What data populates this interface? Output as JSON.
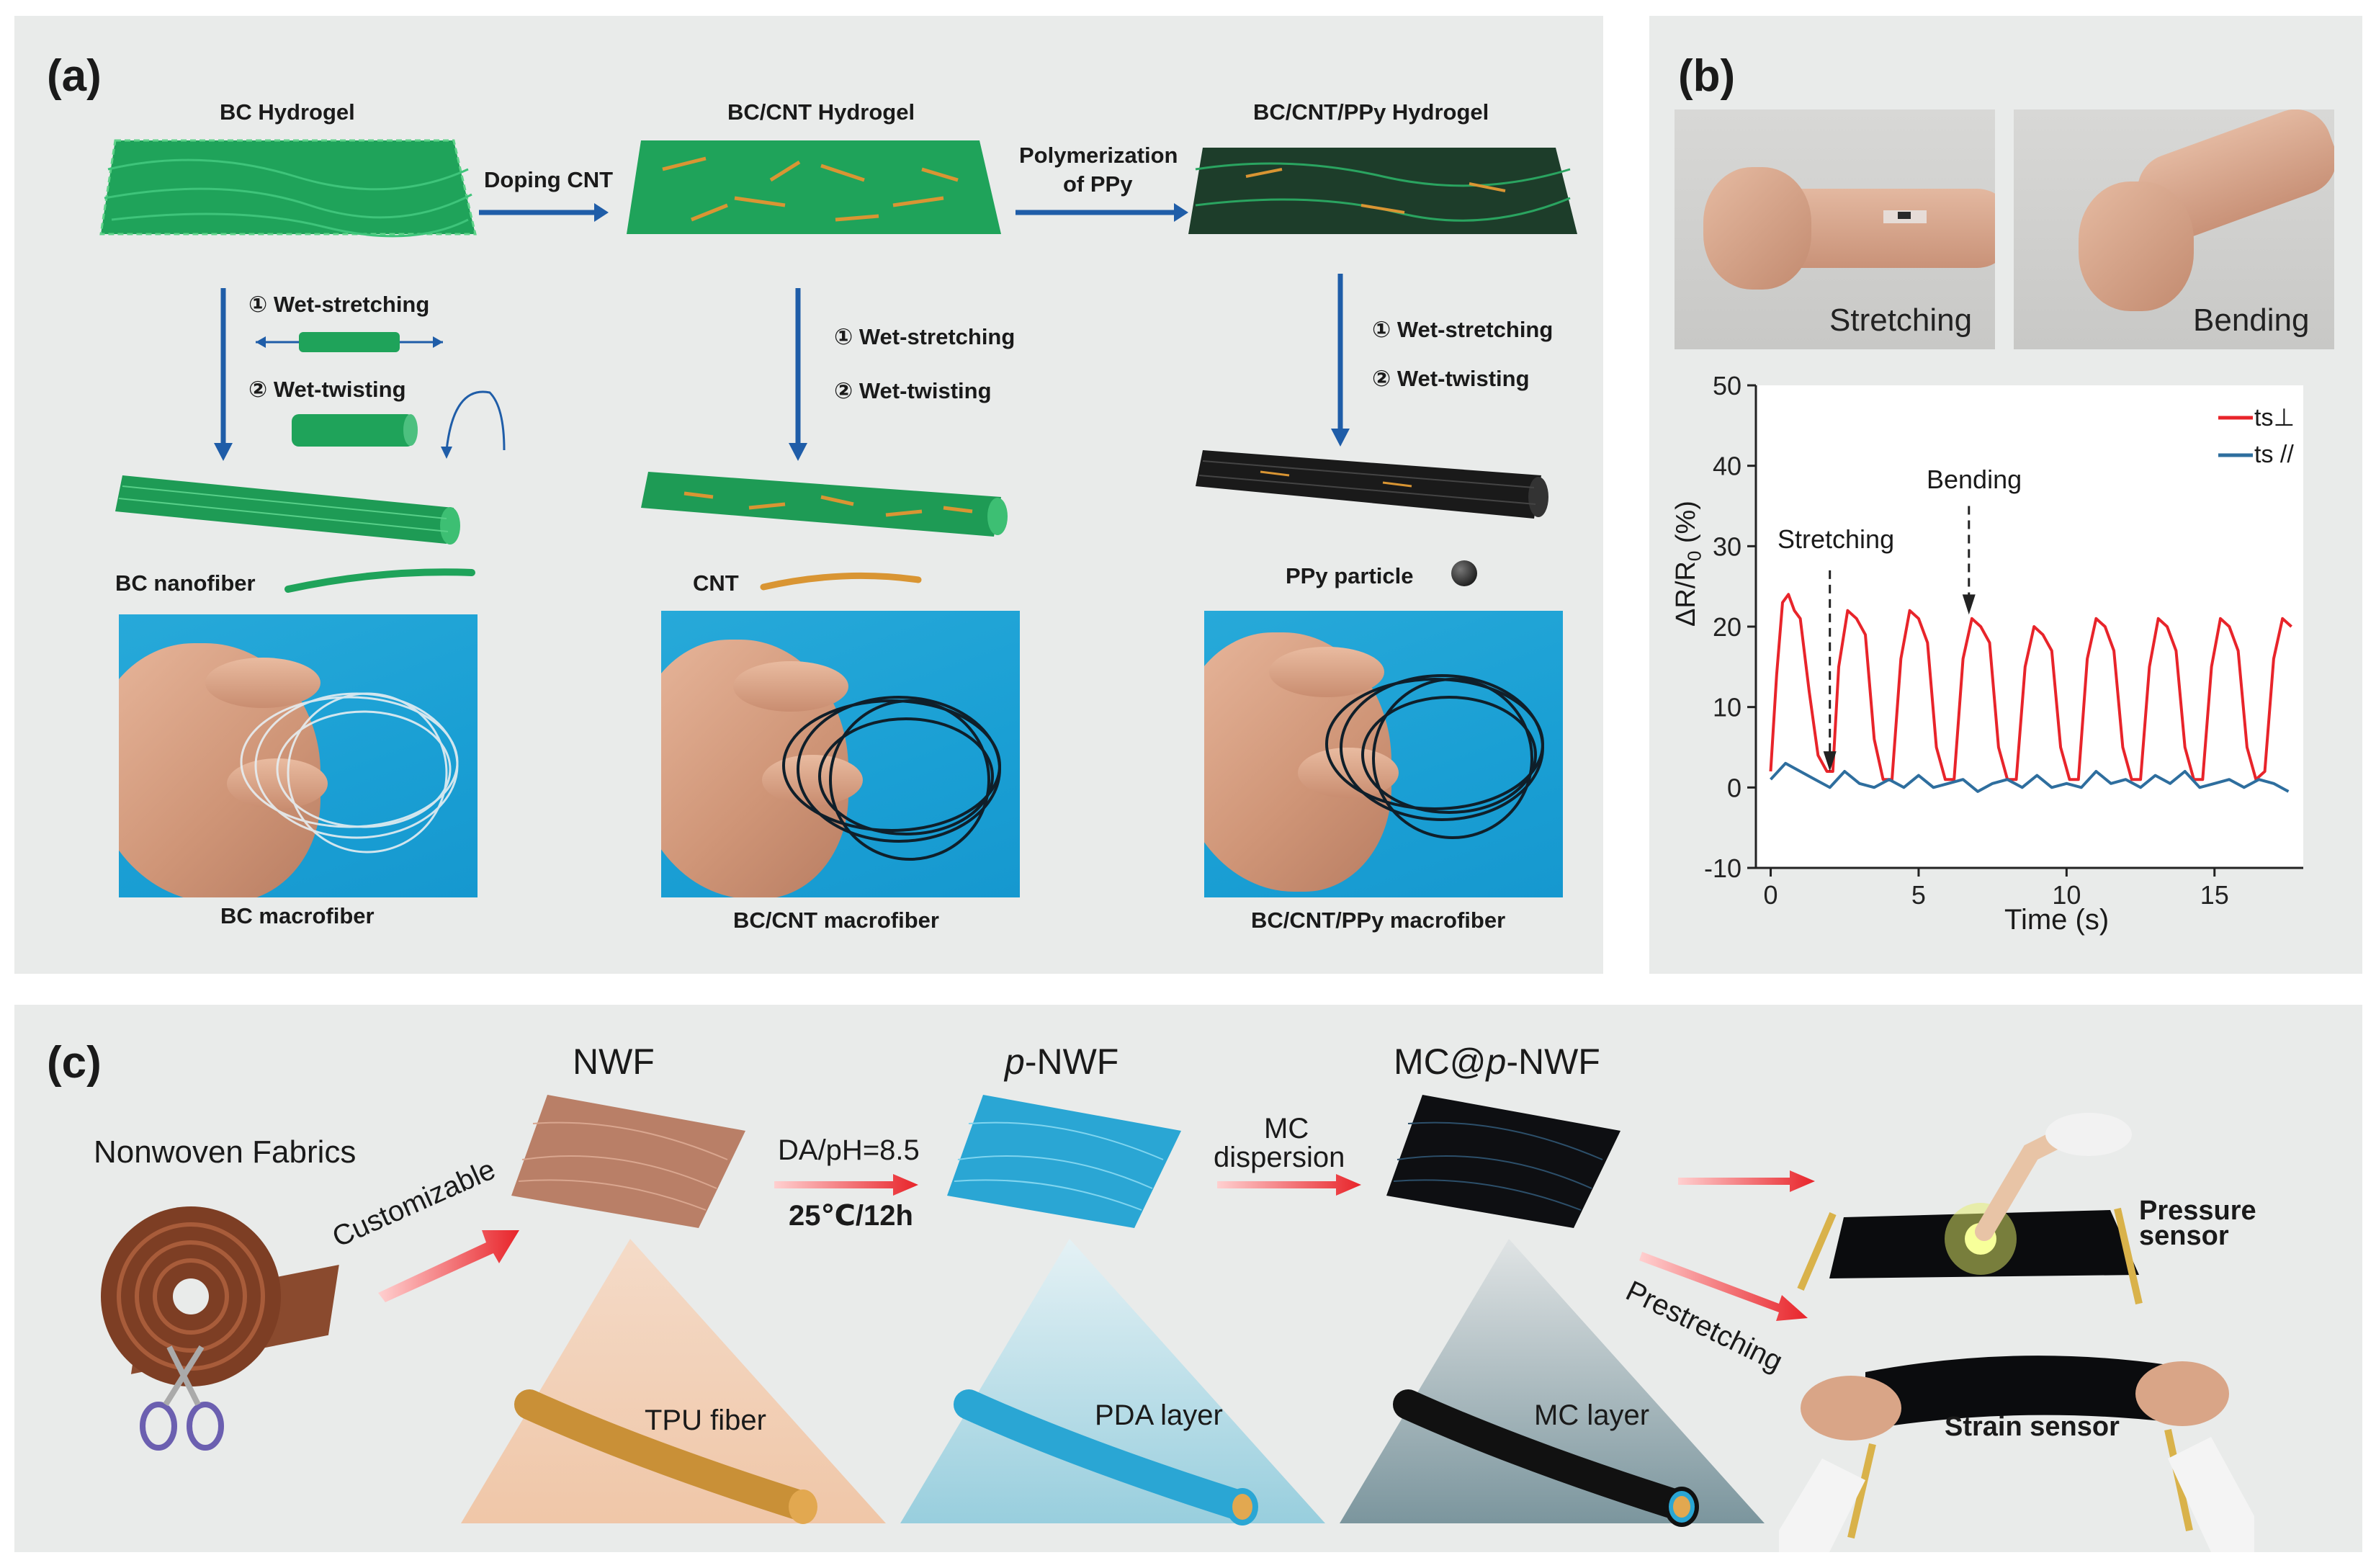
{
  "panels": {
    "a": {
      "label": "(a)",
      "stages": [
        {
          "title": "BC Hydrogel",
          "fiber": "BC nanofiber",
          "macro": "BC macrofiber"
        },
        {
          "title": "BC/CNT Hydrogel",
          "fiber": "CNT",
          "macro": "BC/CNT macrofiber"
        },
        {
          "title": "BC/CNT/PPy Hydrogel",
          "fiber": "PPy particle",
          "macro": "BC/CNT/PPy macrofiber"
        }
      ],
      "arrow1": "Doping CNT",
      "arrow2_line1": "Polymerization",
      "arrow2_line2": "of PPy",
      "step1": "① Wet-stretching",
      "step2": "② Wet-twisting"
    },
    "b": {
      "label": "(b)",
      "photo_left": "Stretching",
      "photo_right": "Bending",
      "annot_stretch": "Stretching",
      "annot_bend": "Bending"
    },
    "c": {
      "label": "(c)",
      "nonwoven": "Nonwoven Fabrics",
      "customizable": "Customizable",
      "nwf": "NWF",
      "pnwf_prefix": "p",
      "pnwf_suffix": "-NWF",
      "mc_prefix": "MC@",
      "mc_p": "p",
      "mc_suffix": "-NWF",
      "da_line1": "DA/pH=8.5",
      "da_line2": "25℃/12h",
      "mc_line1": "MC",
      "mc_line2": "dispersion",
      "prestretching": "Prestretching",
      "tpu": "TPU fiber",
      "pda": "PDA layer",
      "mc_layer": "MC layer",
      "pressure_line1": "Pressure",
      "pressure_line2": "sensor",
      "strain": "Strain sensor"
    }
  },
  "chart_data": {
    "type": "line",
    "xlabel": "Time (s)",
    "ylabel": "ΔR/R0 (%)",
    "xlim": [
      -0.5,
      18
    ],
    "ylim": [
      -10,
      50
    ],
    "xticks": [
      0,
      5,
      10,
      15
    ],
    "yticks": [
      -10,
      0,
      10,
      20,
      30,
      40,
      50
    ],
    "legend_position": "top-right",
    "series": [
      {
        "name": "ts⊥",
        "color": "#e8242a",
        "x": [
          0,
          0.2,
          0.4,
          0.6,
          0.8,
          1.0,
          1.3,
          1.6,
          1.9,
          2.1,
          2.3,
          2.6,
          2.9,
          3.2,
          3.5,
          3.8,
          4.1,
          4.4,
          4.7,
          5.0,
          5.3,
          5.6,
          5.9,
          6.2,
          6.5,
          6.8,
          7.1,
          7.4,
          7.7,
          8.0,
          8.3,
          8.6,
          8.9,
          9.2,
          9.5,
          9.8,
          10.1,
          10.4,
          10.7,
          11.0,
          11.3,
          11.6,
          11.9,
          12.2,
          12.5,
          12.8,
          13.1,
          13.4,
          13.7,
          14.0,
          14.3,
          14.6,
          14.9,
          15.2,
          15.5,
          15.8,
          16.1,
          16.4,
          16.7,
          17.0,
          17.3,
          17.6
        ],
        "y": [
          2,
          14,
          23,
          24,
          22,
          21,
          12,
          4,
          2,
          2,
          15,
          22,
          21,
          19,
          6,
          1,
          1,
          16,
          22,
          21,
          18,
          5,
          1,
          1,
          16,
          21,
          20,
          18,
          5,
          1,
          1,
          15,
          20,
          19,
          17,
          5,
          1,
          1,
          16,
          21,
          20,
          17,
          5,
          1,
          1,
          15,
          21,
          20,
          17,
          5,
          1,
          1,
          15,
          21,
          20,
          17,
          5,
          1,
          2,
          16,
          21,
          20
        ]
      },
      {
        "name": "ts //",
        "color": "#2e6e9e",
        "x": [
          0,
          0.5,
          1.0,
          1.5,
          2.0,
          2.5,
          3.0,
          3.5,
          4.0,
          4.5,
          5.0,
          5.5,
          6.0,
          6.5,
          7.0,
          7.5,
          8.0,
          8.5,
          9.0,
          9.5,
          10.0,
          10.5,
          11.0,
          11.5,
          12.0,
          12.5,
          13.0,
          13.5,
          14.0,
          14.5,
          15.0,
          15.5,
          16.0,
          16.5,
          17.0,
          17.5
        ],
        "y": [
          1,
          3,
          2,
          1,
          0,
          2,
          0.5,
          0,
          1,
          0,
          1.5,
          0,
          0.5,
          1,
          -0.5,
          0.5,
          1,
          0,
          1.5,
          0,
          0.5,
          0,
          2,
          0.5,
          1,
          0,
          1.5,
          0.5,
          2,
          0,
          0.5,
          1,
          0,
          1,
          0.5,
          -0.5
        ]
      }
    ]
  }
}
